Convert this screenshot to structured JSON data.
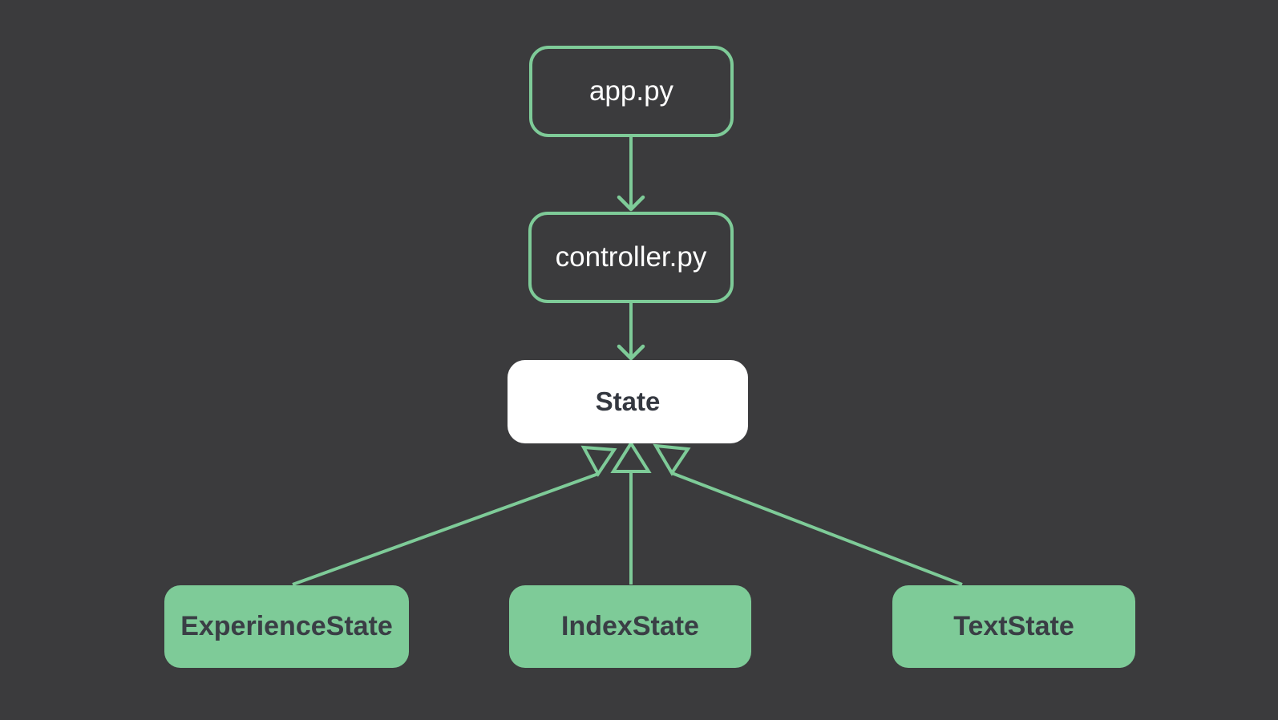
{
  "theme": {
    "background": "#3b3b3d",
    "accent_green": "#7ecb98",
    "box_white": "#ffffff",
    "text_light": "#ffffff",
    "text_dark": "#3a3e45"
  },
  "diagram": {
    "type": "flowchart-with-inheritance",
    "nodes": [
      {
        "id": "app",
        "label": "app.py",
        "style": "outlined-dark"
      },
      {
        "id": "controller",
        "label": "controller.py",
        "style": "outlined-dark"
      },
      {
        "id": "state",
        "label": "State",
        "style": "white"
      },
      {
        "id": "experience",
        "label": "ExperienceState",
        "style": "green-solid"
      },
      {
        "id": "index",
        "label": "IndexState",
        "style": "green-solid"
      },
      {
        "id": "text",
        "label": "TextState",
        "style": "green-solid"
      }
    ],
    "edges": [
      {
        "from": "app.py",
        "to": "controller.py",
        "arrowhead": "open-v"
      },
      {
        "from": "controller.py",
        "to": "State",
        "arrowhead": "open-v"
      },
      {
        "from": "ExperienceState",
        "to": "State",
        "arrowhead": "hollow-triangle"
      },
      {
        "from": "IndexState",
        "to": "State",
        "arrowhead": "hollow-triangle"
      },
      {
        "from": "TextState",
        "to": "State",
        "arrowhead": "hollow-triangle"
      }
    ]
  }
}
